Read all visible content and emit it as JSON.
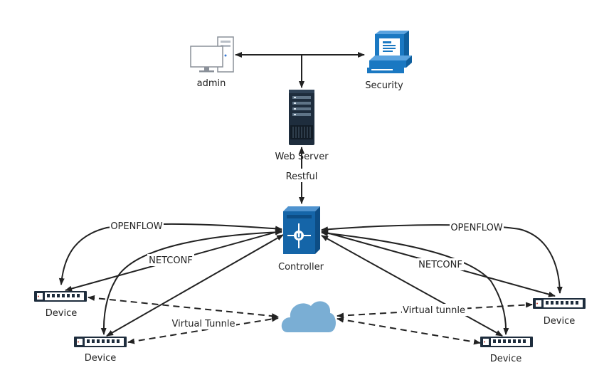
{
  "nodes": {
    "admin": {
      "label": "admin",
      "icon": "admin-workstation-icon"
    },
    "security": {
      "label": "Security",
      "icon": "security-computer-icon"
    },
    "web_server": {
      "label": "Web Server",
      "icon": "server-rack-icon"
    },
    "controller": {
      "label": "Controller",
      "icon": "sdn-controller-icon"
    },
    "cloud": {
      "label": "",
      "icon": "cloud-icon"
    },
    "device_top_left": {
      "label": "Device",
      "icon": "switch-icon"
    },
    "device_bottom_left": {
      "label": "Device",
      "icon": "switch-icon"
    },
    "device_right": {
      "label": "Device",
      "icon": "switch-icon"
    },
    "device_bottom_right": {
      "label": "Device",
      "icon": "switch-icon"
    }
  },
  "edges": {
    "restful": "Restful",
    "openflow_left": "OPENFLOW",
    "netconf_left": "NETCONF",
    "openflow_right": "OPENFLOW",
    "netconf_right": "NETCONF",
    "tunnel_left": "Virtual Tunnle",
    "tunnel_right": "Virtual tunnle"
  },
  "colors": {
    "line": "#222222",
    "device_body": "#1e2d3d",
    "device_face": "#ffffff",
    "security_blue": "#1a78c2",
    "controller_blue": "#1565a8",
    "cloud_blue": "#7aaed4"
  }
}
